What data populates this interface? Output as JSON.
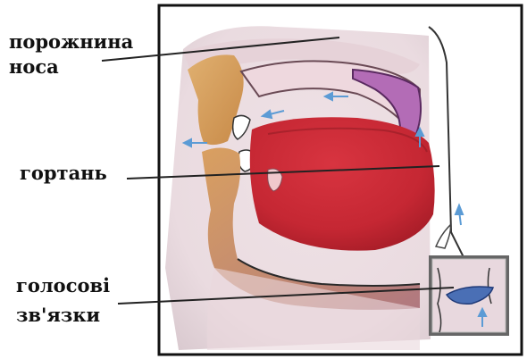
{
  "labels": {
    "nasal_cavity_line1": "порожнина",
    "nasal_cavity_line2": "носа",
    "larynx": "гортань",
    "vocal_cords_line1": "голосові",
    "vocal_cords_line2": "зв'язки"
  },
  "colors": {
    "frame": "#111111",
    "skin": "#f4eaec",
    "tongue": "#cc2a35",
    "tongue_dark": "#b31f2a",
    "soft_palate": "#b36cb6",
    "lips": "#d9a060",
    "teeth": "#ffffff",
    "airflow_arrows": "#5b9bd5",
    "vocal_cords": "#4a6fb5",
    "leader_lines": "#222222"
  },
  "icons": [
    "airflow-arrow-icon"
  ]
}
